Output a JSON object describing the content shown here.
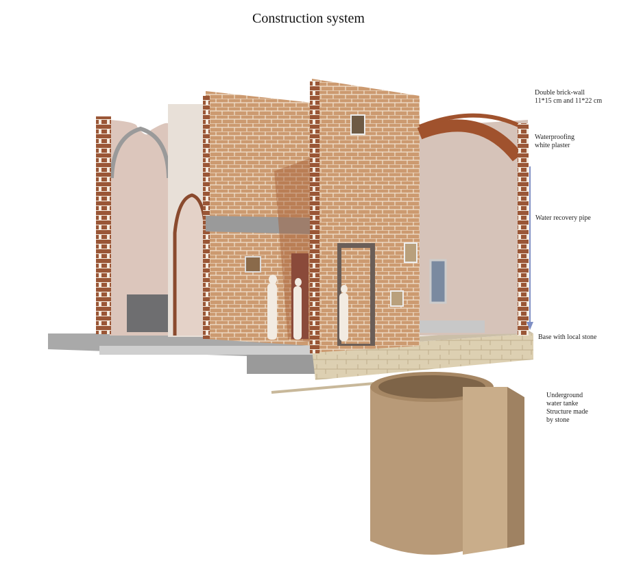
{
  "title": "Construction system",
  "labels": {
    "double_wall": "Double brick-wall\n11*15 cm and 11*22 cm",
    "plaster": "Waterproofing\nwhite plaster",
    "pipe": "Water recovery pipe",
    "base": "Base with local stone",
    "tank": "Underground\nwater tanke\nStructure made\n by stone"
  },
  "colors": {
    "brick": "#c9936a",
    "brick_dark": "#8a4a2e",
    "interior": "#d9c3b8",
    "stone": "#d8c7a4",
    "tank": "#b89a78",
    "arrow": "#7f8fc4"
  }
}
